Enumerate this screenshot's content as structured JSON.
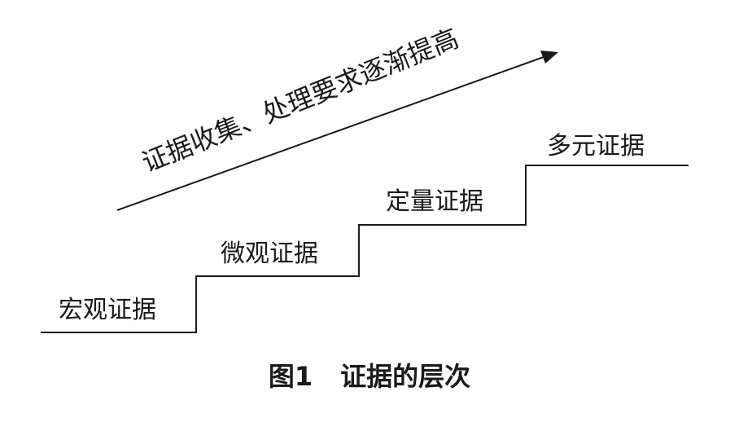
{
  "diagram": {
    "steps": [
      {
        "label": "宏观证据"
      },
      {
        "label": "微观证据"
      },
      {
        "label": "定量证据"
      },
      {
        "label": "多元证据"
      }
    ],
    "arrow_label": "证据收集、处理要求逐渐提高",
    "caption": {
      "number": "图1",
      "title": "证据的层次"
    }
  }
}
